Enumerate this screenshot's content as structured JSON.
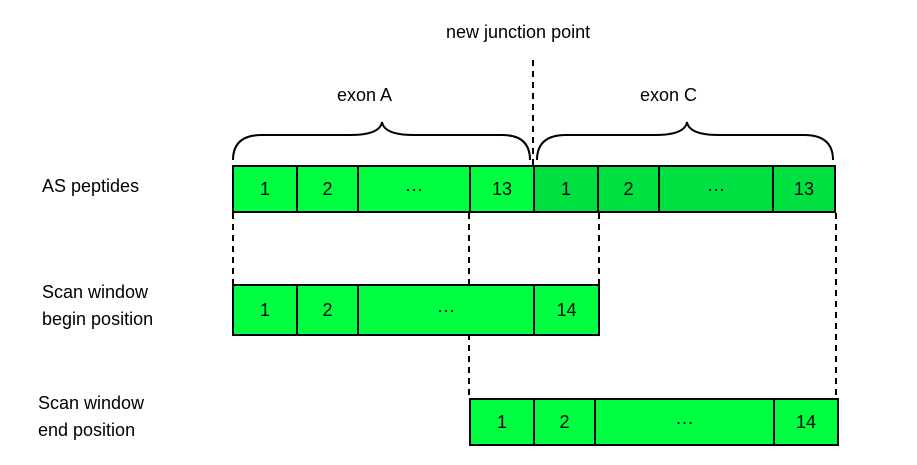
{
  "labels": {
    "junction": "new junction point",
    "exon_a": "exon A",
    "exon_c": "exon C",
    "as_peptides": "AS peptides",
    "begin_line1": "Scan window",
    "begin_line2": "begin position",
    "end_line1": "Scan window",
    "end_line2": "end position"
  },
  "rows": {
    "as_peptides": [
      "1",
      "2",
      "···",
      "13",
      "1",
      "2",
      "···",
      "13"
    ],
    "begin": [
      "1",
      "2",
      "···",
      "14"
    ],
    "end": [
      "1",
      "2",
      "···",
      "14"
    ]
  },
  "colors": {
    "exon_a_fill": "#00ff40",
    "exon_c_fill": "#00e040",
    "border": "#000000"
  }
}
